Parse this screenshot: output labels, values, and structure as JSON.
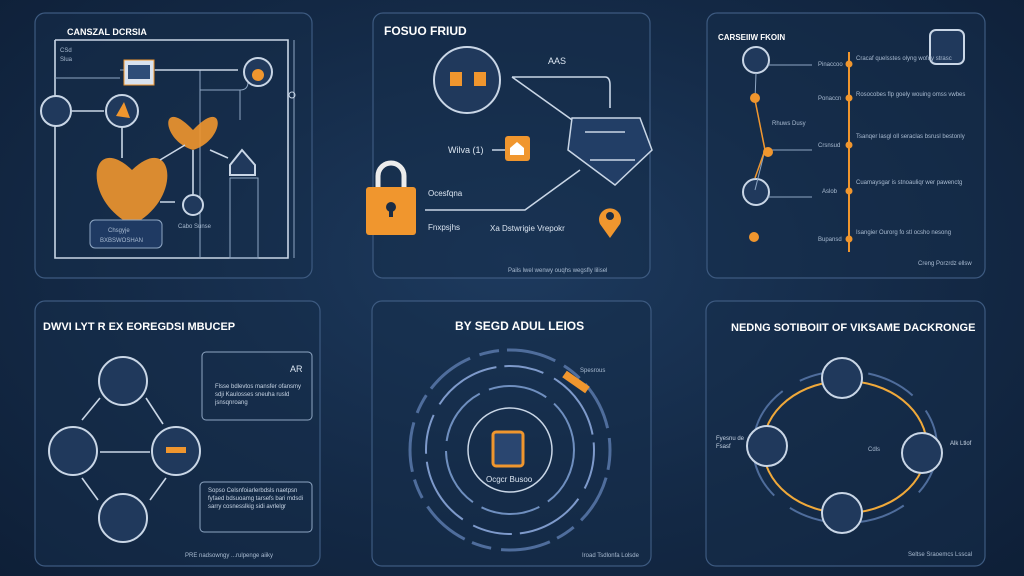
{
  "colors": {
    "background": "#142a47",
    "accent": "#f0962e",
    "line": "#c9d6e6"
  },
  "panel1": {
    "title": "CANSZAL DCRSIA",
    "box_label_1": "Chsgyje",
    "box_label_2": "BXBSWOSHAN",
    "node_label": "Cabo Sunse",
    "side_top": "CSd",
    "side_mid": "Slua"
  },
  "panel2": {
    "title": "FOSUO FRIUD",
    "top_label": "AAS",
    "left_label": "Wilva (1)",
    "lock_label_1": "Ocesfqna",
    "lock_label_2": "Fnxpsjhs",
    "bottom_label": "Xa Dstwrigie Vrepokr",
    "footer": "Pails  lwel wenwy ouqhs  wegsfly lilisel"
  },
  "panel3": {
    "title": "CARSEIIW FKOIN",
    "steps": [
      "Pinaccoo",
      "Ponaccn",
      "Crsnsud",
      "Aslob",
      "Bupansd"
    ],
    "step_texts": [
      "Cracaf quelsstes olyng wofdy strasc",
      "Rosocobes flp goely wouing omss vwbes",
      "Tsanqer lasgl oll seraclas bsrusl bestonly",
      "Cuamaysgar is stnoauliqr wer pawenctg",
      "Isangier Ourorg fo stl ocsho nesong"
    ],
    "mid_label": "Rhuws Dusy",
    "footer": "Creng Porzrdz ellsw"
  },
  "panel4": {
    "title": "DWVI LYT R EX EOREGDSI MBUCEP",
    "callout_top": "Flsse bdlevtos mansfer ofansmy sdji Kaulosses sneuha rusld jsnsqnroang",
    "callout_top_tag": "AR",
    "callout_bottom": "Sopso Celsnfoiarlerbdsls naetpsn fyfaed bdsuoamg tarsefs bari mdsdi sarry cosnesslkig sidi avrlelgr",
    "footer": "PRE nadsowngy ...rulpenge aiiky"
  },
  "panel5": {
    "title": "BY SEGD ADUL LEIOS",
    "center_label": "Ocgcr Busoo",
    "ring_label": "Spesrous",
    "footer": "Iroad Tsdlonfa Lolsde"
  },
  "panel6": {
    "title": "NEDNG SOTIBOIIT OF VIKSAME DACKRONGE",
    "left_label": "Fyesnu de Fsasf",
    "right_label": "Cdls",
    "far_right_label": "Alk Ltlof",
    "footer": "Seltse Sraoemcs Lsscal"
  }
}
